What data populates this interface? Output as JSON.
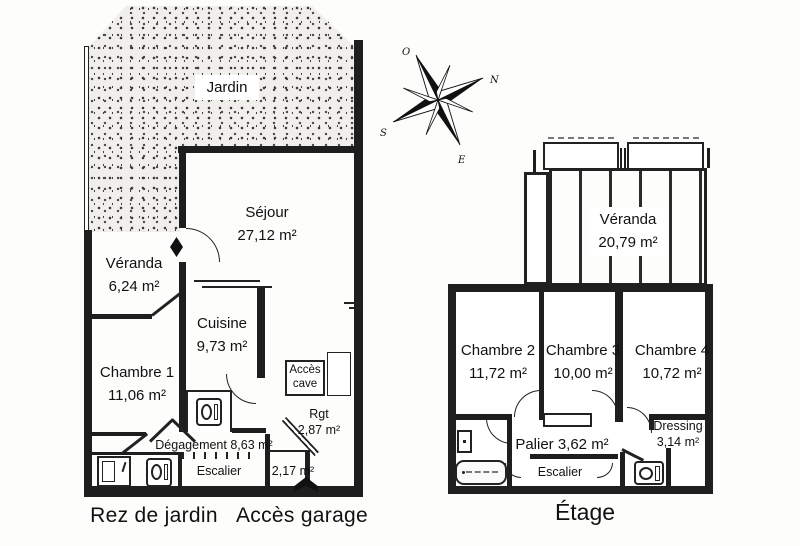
{
  "compass": {
    "west": "O",
    "north": "N",
    "south": "S",
    "east": "E"
  },
  "ground_floor": {
    "garden_label": "Jardin",
    "sejour_name": "Séjour",
    "sejour_area": "27,12 m²",
    "veranda_name": "Véranda",
    "veranda_area": "6,24 m²",
    "cuisine_name": "Cuisine",
    "cuisine_area": "9,73 m²",
    "chambre1_name": "Chambre 1",
    "chambre1_area": "11,06 m²",
    "acces_cave_line1": "Accès",
    "acces_cave_line2": "cave",
    "rgt_name": "Rgt",
    "rgt_area": "2,87 m²",
    "degagement": "Dégagement 8,63 m²",
    "escalier": "Escalier",
    "entry_area": "2,17 m²",
    "caption": "Rez de jardin",
    "garage_caption": "Accès garage"
  },
  "upper_floor": {
    "veranda_name": "Véranda",
    "veranda_area": "20,79 m²",
    "chambre2_name": "Chambre 2",
    "chambre2_area": "11,72 m²",
    "chambre3_name": "Chambre 3",
    "chambre3_area": "10,00 m²",
    "chambre4_name": "Chambre 4",
    "chambre4_area": "10,72 m²",
    "palier": "Palier 3,62 m²",
    "escalier": "Escalier",
    "dressing_name": "Dressing",
    "dressing_area": "3,14 m²",
    "caption": "Étage"
  },
  "colors": {
    "line": "#222222",
    "wall": "#1e1e1e",
    "paper": "#fdfdfc",
    "garden_bg": "#f1efec"
  }
}
